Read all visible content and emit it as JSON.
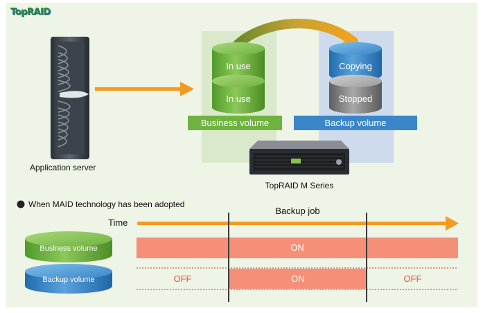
{
  "logo": {
    "text": "TopRAID"
  },
  "server": {
    "label": "Application server"
  },
  "business": {
    "disk_top": "In use",
    "disk_bottom": "In use",
    "label": "Business volume"
  },
  "backup": {
    "disk_top": "Copying",
    "disk_bottom": "Stopped",
    "label": "Backup volume"
  },
  "device": {
    "label": "TopRAID M Series"
  },
  "maid": {
    "heading": "When MAID technology has been adopted"
  },
  "timeline": {
    "time_label": "Time",
    "job_label": "Backup job",
    "business_row": {
      "label": "Business volume",
      "state": "ON"
    },
    "backup_row": {
      "label": "Backup volume",
      "off_before": "OFF",
      "on": "ON",
      "off_after": "OFF"
    }
  },
  "colors": {
    "panel_bg": "#eef4e6",
    "green": "#6fb33f",
    "green_dark": "#4c8c25",
    "blue": "#2f7fc0",
    "blue_label": "#3a86c8",
    "orange": "#f39a1e",
    "on_bar": "#f58f78",
    "logo_green": "#2e8b3a",
    "logo_blue": "#1f5fa8"
  }
}
